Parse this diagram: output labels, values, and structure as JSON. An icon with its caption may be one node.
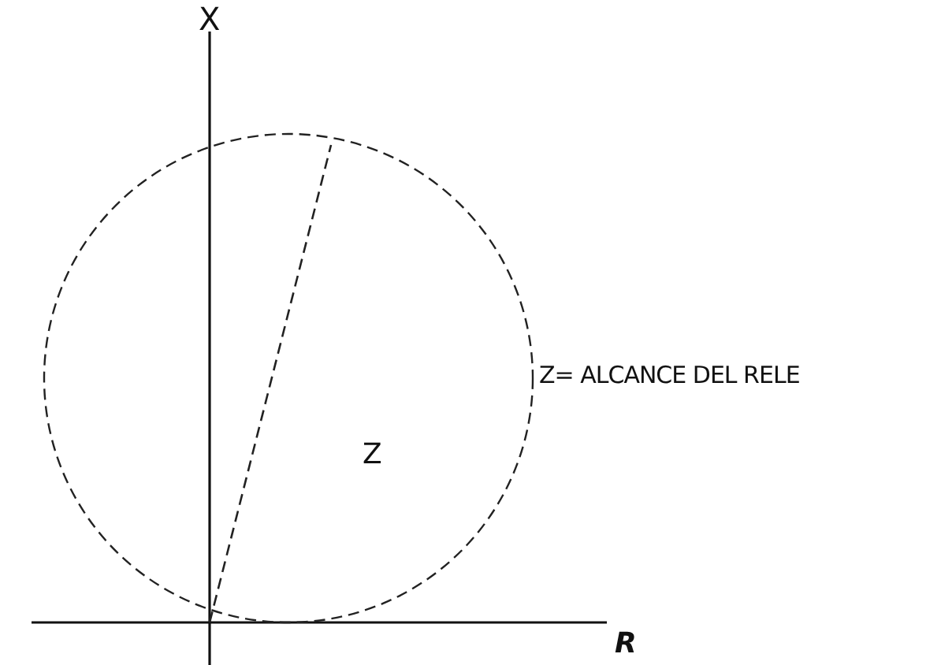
{
  "diagram": {
    "labels": [
      "X",
      "Z= ALCANCE DEL RELE",
      "Z",
      "R"
    ]
  }
}
